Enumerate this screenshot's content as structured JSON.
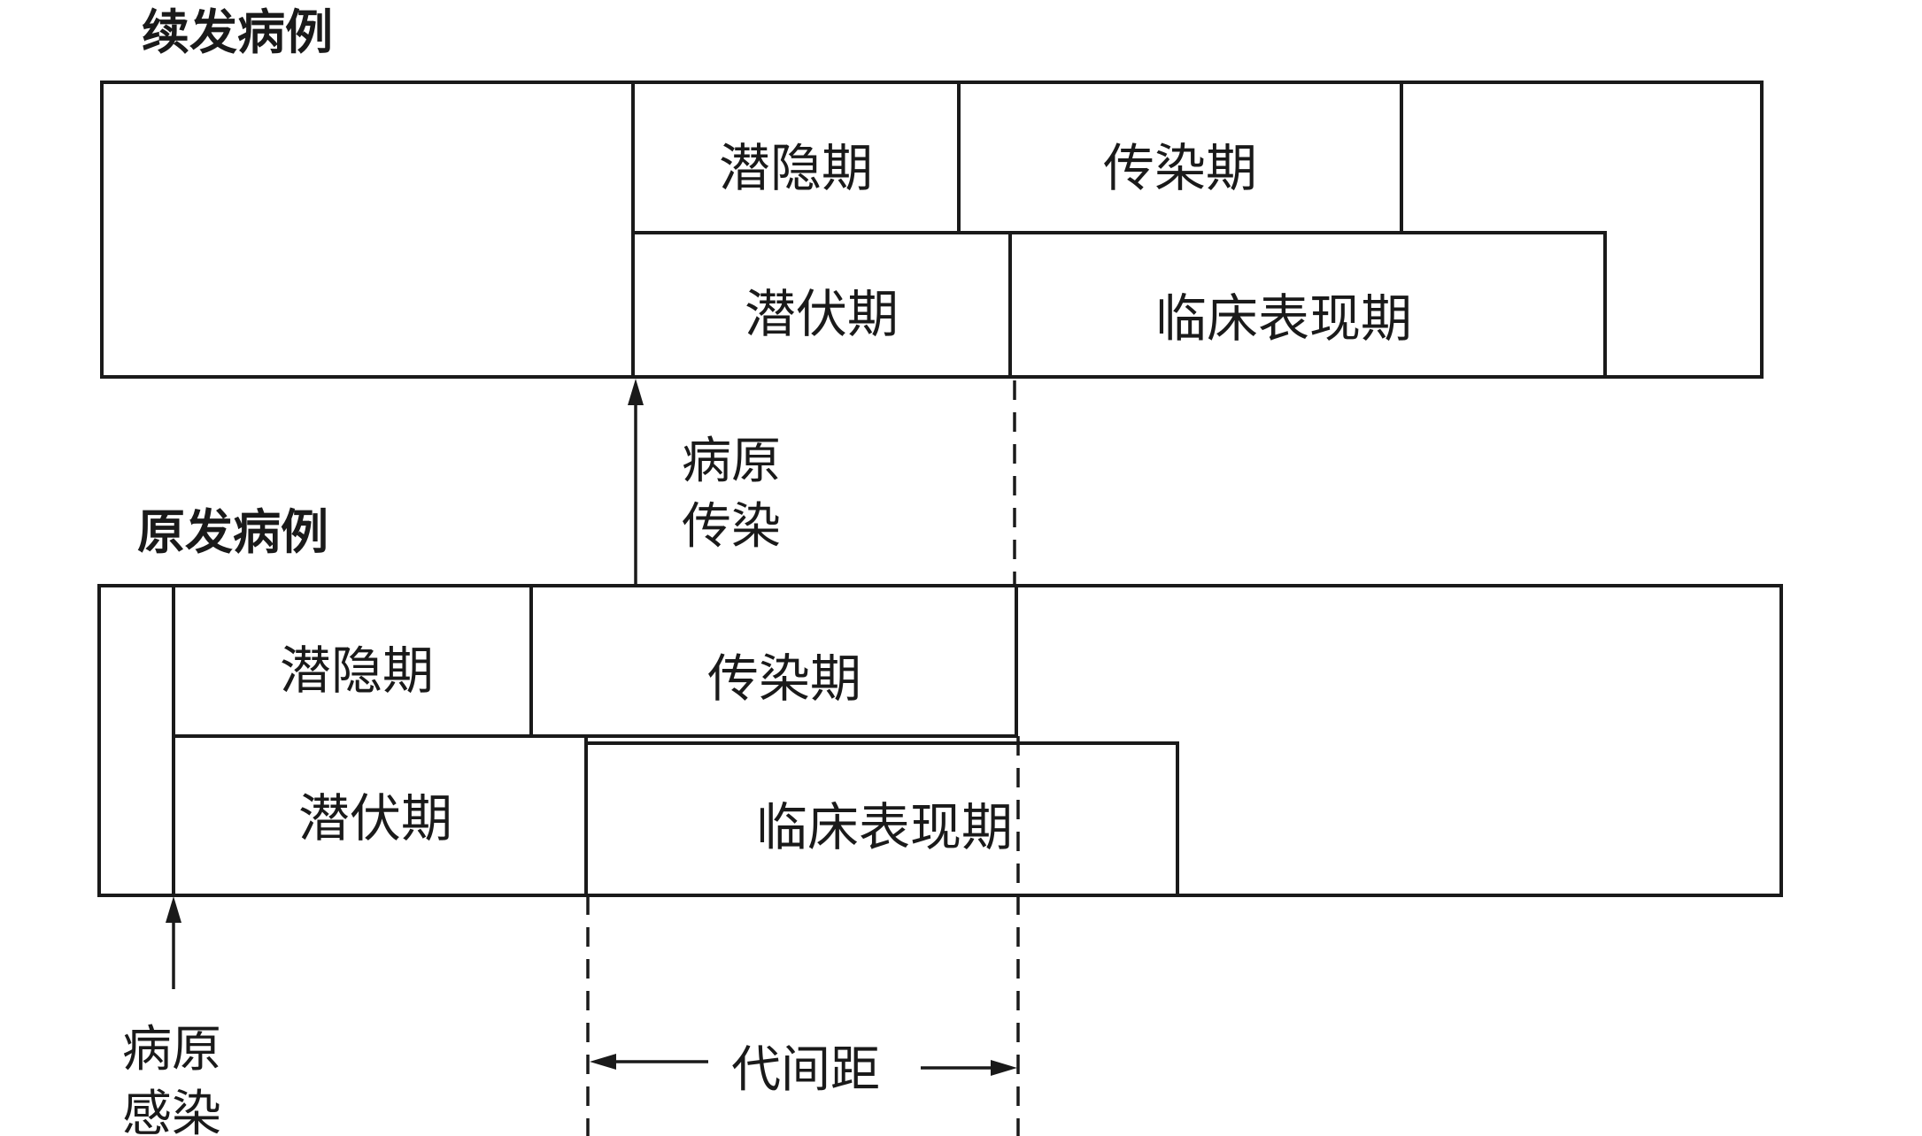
{
  "secondary_case": {
    "heading": "续发病例",
    "latent_period": "潜隐期",
    "infectious_period": "传染期",
    "incubation_period": "潜伏期",
    "clinical_period": "临床表现期"
  },
  "primary_case": {
    "heading": "原发病例",
    "latent_period": "潜隐期",
    "infectious_period": "传染期",
    "incubation_period": "潜伏期",
    "clinical_period": "临床表现期"
  },
  "annotations": {
    "transmission": [
      "病原",
      "传染"
    ],
    "infection": [
      "病原",
      "感染"
    ],
    "generation_interval": "代间距"
  }
}
